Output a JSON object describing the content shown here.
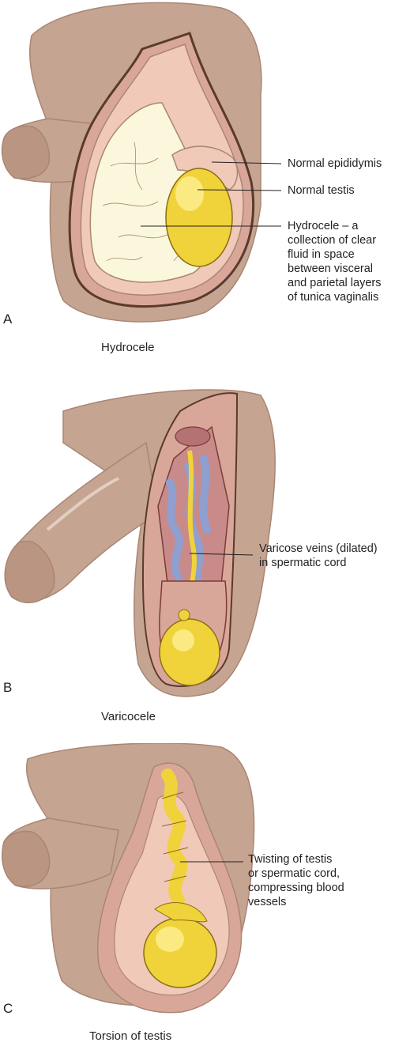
{
  "colors": {
    "skin": "#c5a491",
    "skin_shadow": "#a98674",
    "outline": "#5b3a2e",
    "fluid": "#fbf7dc",
    "testis": "#f0d33a",
    "testis_light": "#fff3a0",
    "epididymis": "#f0c9b8",
    "cord_red": "#c98a8a",
    "vein_blue": "#8f9fd0",
    "tunica": "#d9a799"
  },
  "panels": [
    {
      "letter": "A",
      "caption": "Hydrocele",
      "callouts": [
        "Normal epididymis",
        "Normal testis",
        "Hydrocele – a\ncollection of clear\nfluid in space\nbetween visceral\nand parietal layers\nof tunica vaginalis"
      ]
    },
    {
      "letter": "B",
      "caption": "Varicocele",
      "callouts": [
        "Varicose veins (dilated)\nin spermatic cord"
      ]
    },
    {
      "letter": "C",
      "caption": "Torsion of testis",
      "callouts": [
        "Twisting of testis\nor spermatic cord,\ncompressing blood\nvessels"
      ]
    }
  ]
}
